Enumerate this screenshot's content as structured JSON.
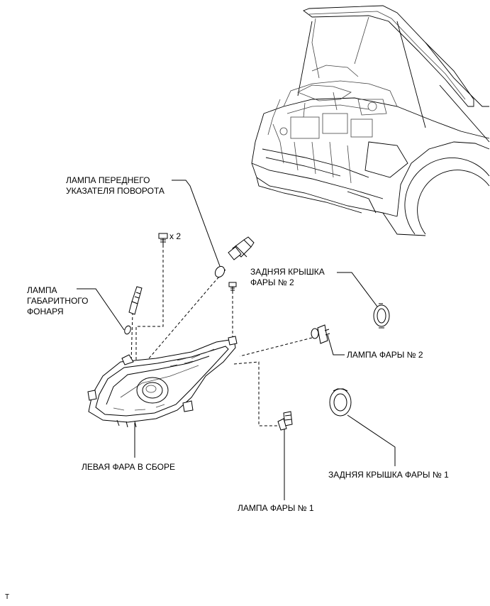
{
  "labels": {
    "turn_lamp_line1": "ЛАМПА ПЕРЕДНЕГО",
    "turn_lamp_line2": "УКАЗАТЕЛЯ ПОВОРОТА",
    "qty": "x 2",
    "parking_lamp_line1": "ЛАМПА",
    "parking_lamp_line2": "ГАБАРИТНОГО",
    "parking_lamp_line3": "ФОНАРЯ",
    "rear_cover2_line1": "ЗАДНЯЯ КРЫШКА",
    "rear_cover2_line2": "ФАРЫ № 2",
    "headlamp_bulb2": "ЛАМПА ФАРЫ № 2",
    "left_headlamp_assy": "ЛЕВАЯ ФАРА В СБОРЕ",
    "rear_cover1": "ЗАДНЯЯ КРЫШКА ФАРЫ № 1",
    "headlamp_bulb1": "ЛАМПА ФАРЫ № 1",
    "corner_mark": "T"
  }
}
